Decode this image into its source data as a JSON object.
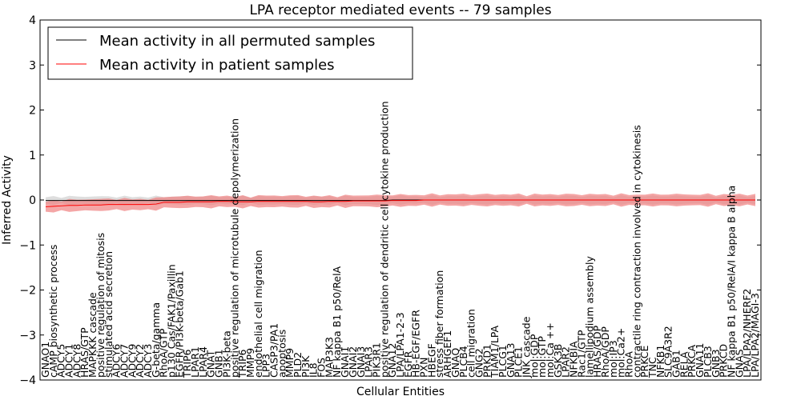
{
  "chart_data": {
    "type": "line",
    "title": "LPA receptor mediated events -- 79 samples",
    "xlabel": "Cellular Entities",
    "ylabel": "Inferred Activity",
    "ylim": [
      -4,
      4
    ],
    "yticks": [
      "−4",
      "−3",
      "−2",
      "−1",
      "0",
      "1",
      "2",
      "3",
      "4"
    ],
    "grid": false,
    "legend_position": "top-left",
    "colors": {
      "permuted": "#000000",
      "patient": "#ff0000",
      "patient_band": "#f08080",
      "permuted_band": "#c8c8c8"
    },
    "categories": [
      "GNAO1",
      "cAMP biosynthetic process",
      "ADCY5",
      "ADCY1",
      "ADCY8",
      "HRAS/GTP",
      "MAPKKK cascade",
      "positive regulation of mitosis",
      "stimulated acid secretion",
      "ADCY6",
      "ADCY7",
      "ADCY9",
      "ADCY2",
      "ADCY3",
      "G-beta/gamma",
      "RhoA/GTP",
      "p130 Cas/FAK1/Paxillin",
      "EGFR/PI3K-beta/Gab1",
      "TRIP6",
      "LPAR1",
      "LPAR4",
      "GNAT",
      "GNB1",
      "PI3K-beta",
      "positive regulation of microtubule depolymerization",
      "TRIP6",
      "MMP9",
      "endothelial cell migration",
      "LPP3",
      "CASP3/PA1",
      "apoptosis",
      "MMP9",
      "PLD2",
      "PI3K",
      "IL8",
      "FOS",
      "MAP3K3",
      "NF kappa B1 p50/RelA",
      "GNAI1",
      "GNAI2",
      "GNAI3",
      "LPAR3",
      "PIK3R1",
      "positive regulation of dendritic cell cytokine production",
      "GNA12",
      "LPA/LPA1-2-3",
      "EGFR",
      "HB-EGF/EGFR",
      "PXN",
      "HBEGF",
      "stress fiber formation",
      "ARHGEF1",
      "GNAQ",
      "PLCB4",
      "cell migration",
      "GNG2",
      "PRKD1",
      "TIAM1/LPA",
      "PLCG1",
      "GNA13",
      "PLCE1",
      "JNK cascade",
      "mol:GDP",
      "mol:GTP",
      "mol:Ca ++",
      "GSK3B",
      "LPAR2",
      "NFKBIA",
      "Rac1/GTP",
      "lamellipodium assembly",
      "HRAS/GDP",
      "RhoA/GDP",
      "mol:IP3",
      "mol:Ca2+",
      "RhoA",
      "contractile ring contraction involved in cytokinesis",
      "PRKCE",
      "TNC",
      "NFKB1",
      "SLC9A3R2",
      "GAB1",
      "RELA",
      "PRKCA",
      "GNA11",
      "PLCB3",
      "GNB3",
      "PRKCD",
      "NF kappa B1 p50/RelA/I kappa B alpha",
      "GNAS",
      "LPA/LPA2/NHERF2",
      "LPA/LPA2/MAGI-3"
    ],
    "series": [
      {
        "name": "Mean activity in all permuted samples",
        "color": "#000000",
        "values": [
          -0.01,
          -0.01,
          -0.01,
          -0.01,
          -0.01,
          -0.01,
          -0.01,
          -0.01,
          -0.01,
          -0.01,
          -0.01,
          -0.01,
          -0.01,
          -0.01,
          -0.01,
          -0.01,
          -0.01,
          -0.01,
          -0.01,
          -0.01,
          -0.01,
          -0.01,
          -0.01,
          -0.01,
          -0.01,
          -0.01,
          -0.01,
          -0.01,
          -0.01,
          -0.01,
          -0.01,
          -0.01,
          -0.01,
          -0.01,
          -0.01,
          -0.01,
          -0.01,
          -0.01,
          -0.01,
          -0.01,
          -0.01,
          -0.01,
          -0.01,
          -0.01,
          0.0,
          0.0,
          0.0,
          0.0,
          0.0,
          0.0,
          0.0,
          0.0,
          0.0,
          0.0,
          0.0,
          0.0,
          0.0,
          0.0,
          0.0,
          0.0,
          0.0,
          0.0,
          0.0,
          0.0,
          0.0,
          0.0,
          0.0,
          0.0,
          0.0,
          0.0,
          0.0,
          0.0,
          0.0,
          0.0,
          0.0,
          0.0,
          0.0,
          0.0,
          0.0,
          0.0,
          0.0,
          0.0,
          0.0,
          0.0,
          0.0,
          0.0,
          0.0,
          0.0,
          0.0,
          0.0,
          0.0
        ]
      },
      {
        "name": "Mean activity in patient samples",
        "color": "#ff0000",
        "values": [
          -0.15,
          -0.14,
          -0.13,
          -0.12,
          -0.12,
          -0.11,
          -0.11,
          -0.11,
          -0.1,
          -0.1,
          -0.1,
          -0.1,
          -0.1,
          -0.1,
          -0.09,
          -0.05,
          -0.05,
          -0.05,
          -0.04,
          -0.04,
          -0.04,
          -0.04,
          -0.03,
          -0.03,
          -0.04,
          -0.04,
          -0.04,
          -0.03,
          -0.03,
          -0.03,
          -0.03,
          -0.03,
          -0.03,
          -0.03,
          -0.04,
          -0.04,
          -0.03,
          -0.03,
          -0.03,
          -0.02,
          -0.02,
          -0.02,
          -0.02,
          -0.02,
          -0.01,
          -0.01,
          -0.01,
          -0.01,
          0.0,
          0.0,
          0.0,
          0.0,
          0.0,
          0.0,
          0.0,
          0.0,
          0.0,
          0.0,
          0.0,
          0.0,
          0.0,
          0.0,
          0.0,
          0.0,
          0.0,
          0.0,
          0.0,
          0.0,
          0.0,
          0.0,
          0.0,
          0.0,
          0.0,
          0.0,
          0.0,
          0.0,
          0.0,
          0.0,
          0.0,
          0.0,
          0.0,
          0.0,
          0.0,
          0.0,
          0.0,
          0.0,
          0.0,
          0.0,
          0.0,
          0.0,
          0.0
        ]
      }
    ]
  }
}
